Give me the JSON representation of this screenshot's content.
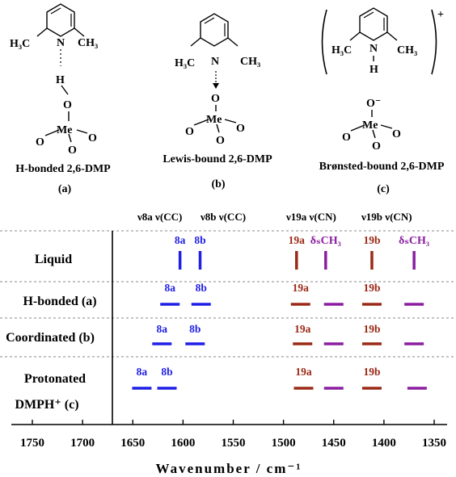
{
  "structures": {
    "a": {
      "name": "H-bonded 2,6-DMP",
      "tag": "(a)"
    },
    "b": {
      "name": "Lewis-bound 2,6-DMP",
      "tag": "(b)"
    },
    "c": {
      "name": "Brønsted-bound 2,6-DMP",
      "tag": "(c)"
    },
    "atoms": {
      "h3c": "H₃C",
      "ch3": "CH₃",
      "n": "N",
      "h": "H",
      "o": "O",
      "o_minus": "O⁻",
      "me": "Me",
      "plus": "+"
    }
  },
  "modes": {
    "v8a_cc": "ν8a ν(CC)",
    "v8b_cc": "ν8b ν(CC)",
    "v19a_cn": "ν19a ν(CN)",
    "v19b_cn": "ν19b ν(CN)"
  },
  "rows": [
    {
      "label": "Liquid"
    },
    {
      "label": "H-bonded  (a)"
    },
    {
      "label": "Coordinated (b)"
    },
    {
      "label_line1": "Protonated",
      "label_line2": "DMPH⁺ (c)"
    }
  ],
  "band_labels": {
    "8a": "8a",
    "8b": "8b",
    "19a": "19a",
    "19b": "19b",
    "dch3": "δₛCH₃"
  },
  "colors": {
    "cc": "#1f1fe6",
    "cn": "#9a2a17",
    "ch3": "#8a1ea0"
  },
  "chart_data": {
    "type": "scatter",
    "xlabel": "Wavenumber / cm⁻¹",
    "xlim": [
      1750,
      1350
    ],
    "ticks": [
      1750,
      1700,
      1650,
      1600,
      1550,
      1500,
      1450,
      1400,
      1350
    ],
    "marks": [
      {
        "row": 0,
        "x": 1603,
        "style": "vline",
        "color": "cc",
        "label": "8a"
      },
      {
        "row": 0,
        "x": 1583,
        "style": "vline",
        "color": "cc",
        "label": "8b"
      },
      {
        "row": 0,
        "x": 1487,
        "style": "vline",
        "color": "cn",
        "label": "19a"
      },
      {
        "row": 0,
        "x": 1458,
        "style": "vline",
        "color": "ch3",
        "label": "dch3"
      },
      {
        "row": 0,
        "x": 1412,
        "style": "vline",
        "color": "cn",
        "label": "19b"
      },
      {
        "row": 0,
        "x": 1370,
        "style": "vline",
        "color": "ch3",
        "label": "dch3"
      },
      {
        "row": 1,
        "x": 1613,
        "style": "hline",
        "color": "cc",
        "label": "8a"
      },
      {
        "row": 1,
        "x": 1582,
        "style": "hline",
        "color": "cc",
        "label": "8b"
      },
      {
        "row": 1,
        "x": 1483,
        "style": "hline",
        "color": "cn",
        "label": "19a"
      },
      {
        "row": 1,
        "x": 1450,
        "style": "hline",
        "color": "ch3"
      },
      {
        "row": 1,
        "x": 1412,
        "style": "hline",
        "color": "cn",
        "label": "19b"
      },
      {
        "row": 1,
        "x": 1370,
        "style": "hline",
        "color": "ch3"
      },
      {
        "row": 2,
        "x": 1621,
        "style": "hline",
        "color": "cc",
        "label": "8a"
      },
      {
        "row": 2,
        "x": 1588,
        "style": "hline",
        "color": "cc",
        "label": "8b"
      },
      {
        "row": 2,
        "x": 1481,
        "style": "hline",
        "color": "cn",
        "label": "19a"
      },
      {
        "row": 2,
        "x": 1450,
        "style": "hline",
        "color": "ch3"
      },
      {
        "row": 2,
        "x": 1412,
        "style": "hline",
        "color": "cn",
        "label": "19b"
      },
      {
        "row": 2,
        "x": 1370,
        "style": "hline",
        "color": "ch3"
      },
      {
        "row": 3,
        "x": 1641,
        "style": "hline",
        "color": "cc",
        "label": "8a"
      },
      {
        "row": 3,
        "x": 1616,
        "style": "hline",
        "color": "cc",
        "label": "8b"
      },
      {
        "row": 3,
        "x": 1480,
        "style": "hline",
        "color": "cn",
        "label": "19a"
      },
      {
        "row": 3,
        "x": 1450,
        "style": "hline",
        "color": "ch3"
      },
      {
        "row": 3,
        "x": 1412,
        "style": "hline",
        "color": "cn",
        "label": "19b"
      },
      {
        "row": 3,
        "x": 1367,
        "style": "hline",
        "color": "ch3"
      }
    ]
  }
}
